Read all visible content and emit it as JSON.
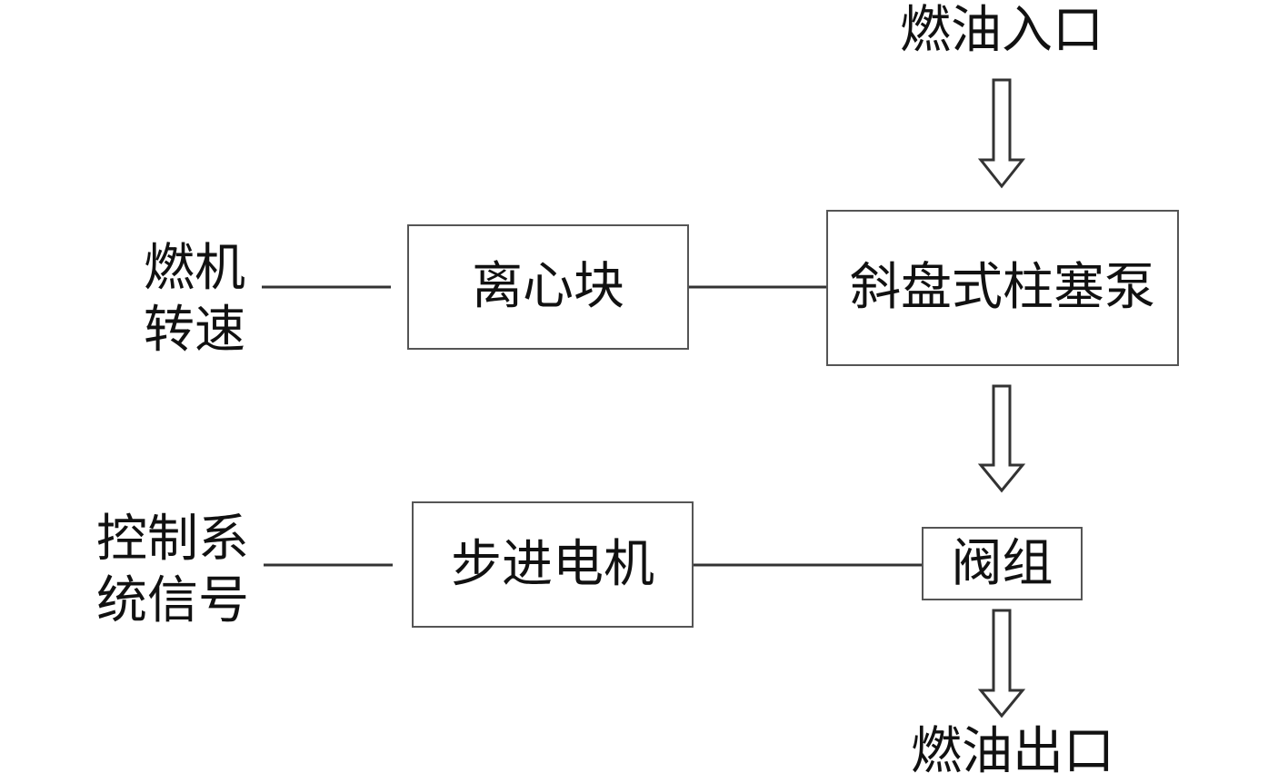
{
  "diagram": {
    "labels": {
      "fuel_inlet": "燃油入口",
      "engine_speed_line1": "燃机",
      "engine_speed_line2": "转速",
      "control_signal_line1": "控制系",
      "control_signal_line2": "统信号",
      "fuel_outlet": "燃油出口"
    },
    "blocks": {
      "centrifugal": "离心块",
      "pump": "斜盘式柱塞泵",
      "stepper": "步进电机",
      "valve": "阀组"
    },
    "colors": {
      "line": "#333333",
      "box_border": "#555555",
      "text": "#111111"
    }
  }
}
